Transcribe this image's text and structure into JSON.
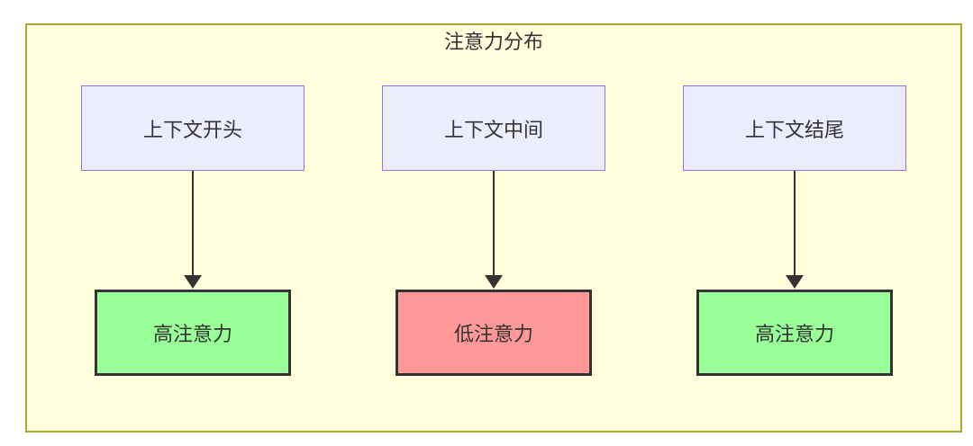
{
  "diagram": {
    "title": "注意力分布",
    "columns": [
      {
        "source": "上下文开头",
        "target": "高注意力",
        "attention_level": "high"
      },
      {
        "source": "上下文中间",
        "target": "低注意力",
        "attention_level": "low"
      },
      {
        "source": "上下文结尾",
        "target": "高注意力",
        "attention_level": "high"
      }
    ],
    "colors": {
      "canvas_background": "#ffffff",
      "group_fill": "#ffffde",
      "group_border": "#aaaa33",
      "source_node_fill": "#ececff",
      "source_node_border": "#9370db",
      "high_attention_fill": "#99ff99",
      "low_attention_fill": "#ff9999",
      "target_node_border": "#333333",
      "edge_color": "#333333",
      "text_color": "#333333"
    }
  }
}
